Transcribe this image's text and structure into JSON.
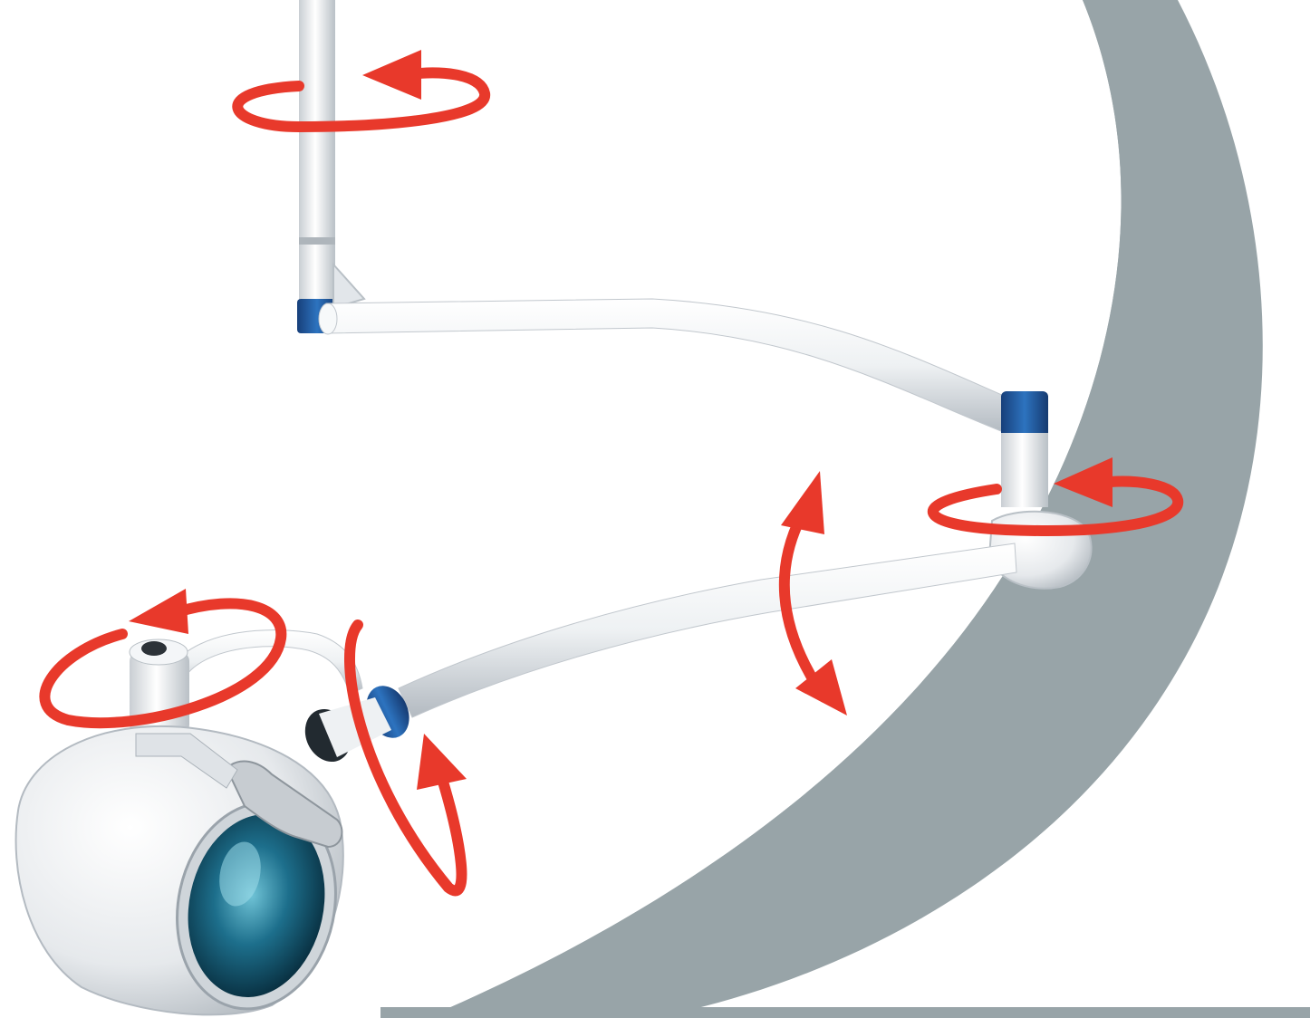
{
  "image": {
    "subject": "ceiling-mounted-examination-lamp",
    "arrows": [
      "rotate-vertical-column",
      "rotate-arm-joint",
      "tilt-lower-arm",
      "rotate-handle-axis",
      "rotate-lamp-head-yoke"
    ]
  },
  "colors": {
    "background": "#ffffff",
    "swoosh": "#98a4a8",
    "arm_white": "#f2f4f6",
    "arm_shade": "#c9ced3",
    "accent_blue": "#1f5fa8",
    "arrow_red": "#e8392b",
    "lens_blue": "#1d6f8c"
  }
}
